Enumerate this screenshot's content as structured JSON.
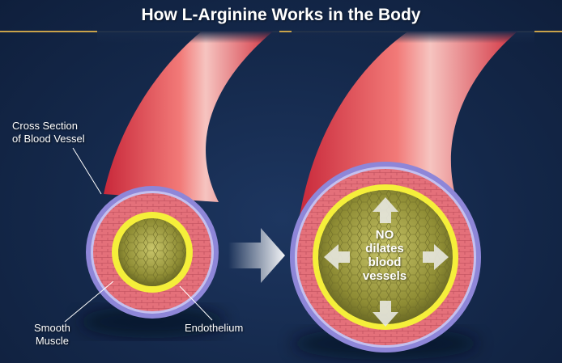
{
  "title": "How L-Arginine Works in the Body",
  "labels": {
    "cross_section": [
      "Cross Section",
      "of Blood Vessel"
    ],
    "smooth_muscle": [
      "Smooth",
      "Muscle"
    ],
    "endothelium": "Endothelium"
  },
  "dilation_text": [
    "NO",
    "dilates",
    "blood",
    "vessels"
  ],
  "colors": {
    "background": "#16294a",
    "title_rule": "#c9a24a",
    "vessel_red": "#e8484a",
    "outer_layer": "#8e86d8",
    "muscle_layer": "#e4707a",
    "endothelium": "#f5ef3a",
    "lumen": "#9c9a3a"
  },
  "icons": [
    "arrow-right-icon",
    "arrow-up-icon",
    "arrow-down-icon",
    "arrow-left-icon"
  ]
}
